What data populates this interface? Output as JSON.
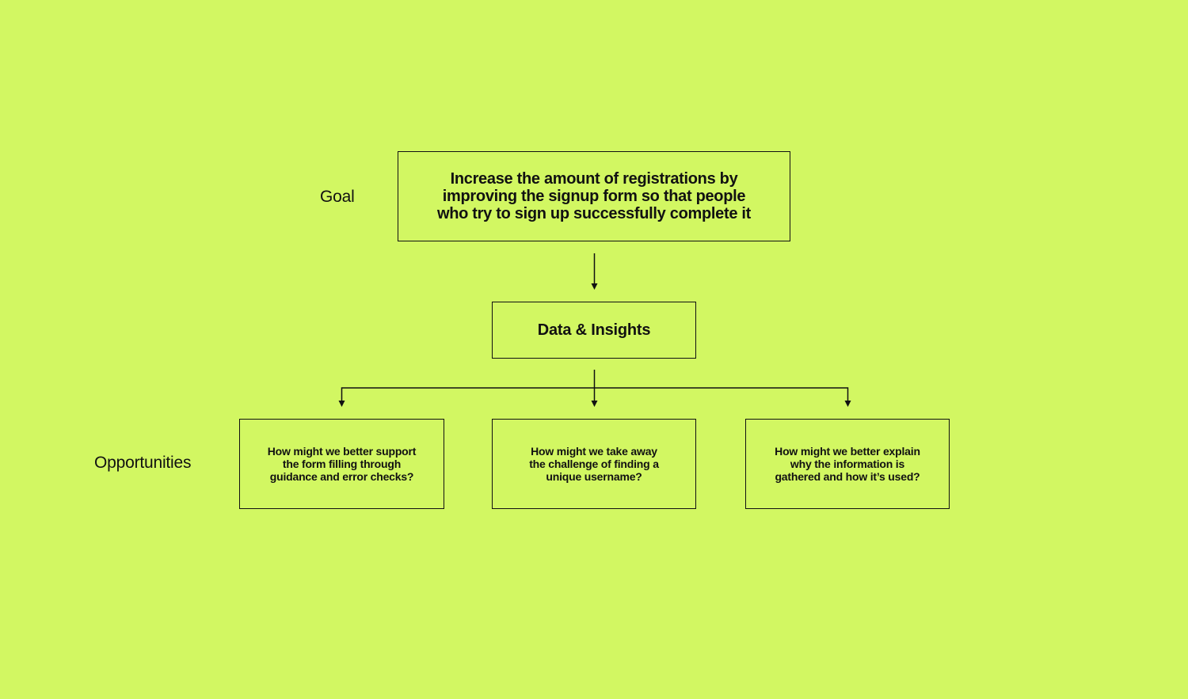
{
  "colors": {
    "background": "#d2f762",
    "ink": "#111111"
  },
  "labels": {
    "goal": "Goal",
    "opportunities": "Opportunities"
  },
  "goal_box": {
    "text": "Increase the amount of registrations by improving the signup form so that people who try to sign up successfully complete it"
  },
  "data_box": {
    "text": "Data & Insights"
  },
  "opportunities": [
    {
      "text": "How might we better support the form filling through guidance and error checks?"
    },
    {
      "text": "How might we take away the challenge of finding a unique username?"
    },
    {
      "text": "How might we better explain why the information is gathered and how it’s used?"
    }
  ]
}
